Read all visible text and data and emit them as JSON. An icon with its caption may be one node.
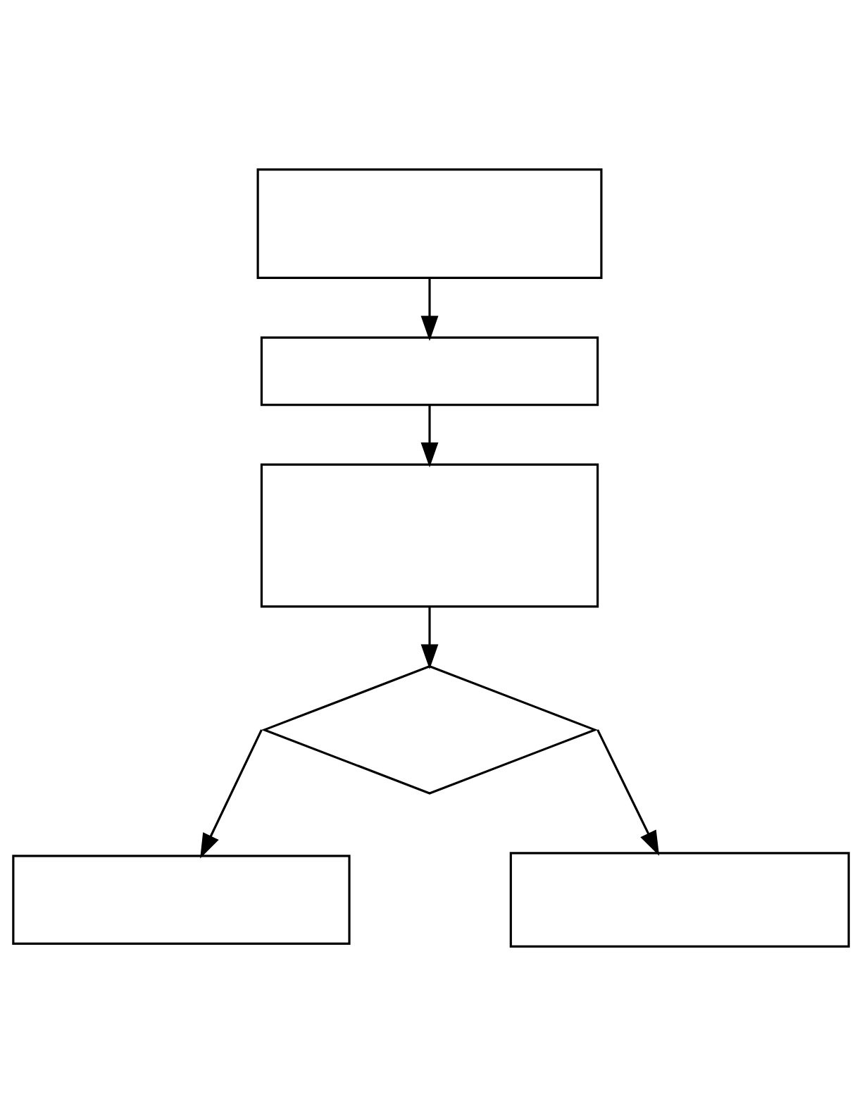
{
  "diagram": {
    "nodes": [
      {
        "text": [],
        "shape": "box"
      },
      {
        "text": [],
        "shape": "box"
      },
      {
        "text": [],
        "shape": "box"
      },
      {
        "text": [],
        "shape": "diamond"
      },
      {
        "text": [],
        "shape": "box"
      },
      {
        "text": [],
        "shape": "box"
      }
    ],
    "edges": [
      {
        "from": 0,
        "to": 1,
        "arrow": "to"
      },
      {
        "from": 1,
        "to": 2,
        "arrow": "to"
      },
      {
        "from": 2,
        "to": 3,
        "arrow": "to"
      },
      {
        "from": 3,
        "to": 4,
        "arrow": "to"
      },
      {
        "from": 3,
        "to": 5,
        "arrow": "to"
      }
    ]
  }
}
